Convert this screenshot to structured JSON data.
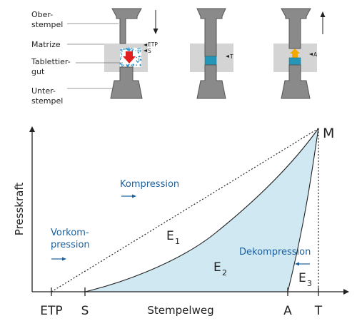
{
  "colors": {
    "punch_fill": "#8a8a8a",
    "punch_stroke": "#555555",
    "die_fill": "#d4d4d4",
    "tablet_blue": "#2596b8",
    "powder_dots": "#2a8fc4",
    "arrow_red": "#e02020",
    "arrow_orange": "#f5a800",
    "area_fill": "#cfe8f2",
    "text_blue": "#1a5f9e",
    "text": "#222222"
  },
  "top": {
    "labels": {
      "oberstempel_line1": "Ober-",
      "oberstempel_line2": "stempel",
      "matrize": "Matrize",
      "tablettiergut_line1": "Tablettier-",
      "tablettiergut_line2": "gut",
      "unterstempel_line1": "Unter-",
      "unterstempel_line2": "stempel"
    },
    "markers": {
      "etp": "ETP",
      "s": "S",
      "t": "T",
      "a": "A"
    }
  },
  "chart": {
    "ylabel": "Presskraft",
    "xlabel": "Stempelweg",
    "x_ticks": [
      "ETP",
      "S",
      "A",
      "T"
    ],
    "peak_label": "M",
    "regions": {
      "vorkompression_line1": "Vorkom-",
      "vorkompression_line2": "pression",
      "kompression": "Kompression",
      "dekompression": "Dekompression",
      "e1_letter": "E",
      "e1_sub": "1",
      "e2_letter": "E",
      "e2_sub": "2",
      "e3_letter": "E",
      "e3_sub": "3"
    }
  }
}
